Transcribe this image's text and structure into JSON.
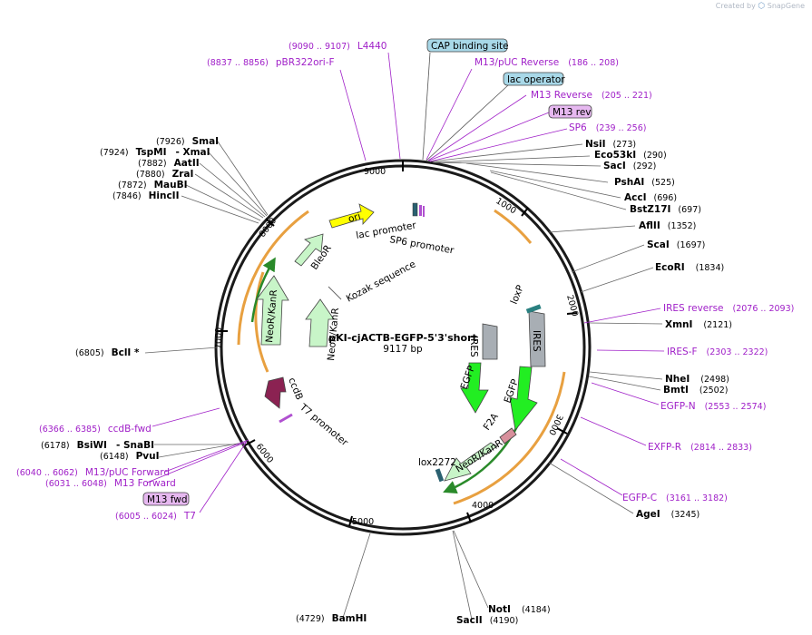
{
  "brand": {
    "created_by": "Created by",
    "app": "SnapGene"
  },
  "plasmid": {
    "name": "pKI-cjACTB-EGFP-5'3'short",
    "length": "9117 bp"
  },
  "ticks": [
    "1000",
    "2000",
    "3000",
    "4000",
    "5000",
    "6000",
    "7000",
    "8000",
    "9000"
  ],
  "enzymes": [
    {
      "name": "NsiI",
      "coord": "(273)"
    },
    {
      "name": "Eco53kI",
      "coord": "(290)"
    },
    {
      "name": "SacI",
      "coord": "(292)"
    },
    {
      "name": "PshAI",
      "coord": "(525)"
    },
    {
      "name": "AccI",
      "coord": "(696)"
    },
    {
      "name": "BstZ17I",
      "coord": "(697)"
    },
    {
      "name": "AflII",
      "coord": "(1352)"
    },
    {
      "name": "ScaI",
      "coord": "(1697)"
    },
    {
      "name": "EcoRI",
      "coord": "(1834)"
    },
    {
      "name": "XmnI",
      "coord": "(2121)"
    },
    {
      "name": "NheI",
      "coord": "(2498)"
    },
    {
      "name": "BmtI",
      "coord": "(2502)"
    },
    {
      "name": "AgeI",
      "coord": "(3245)"
    },
    {
      "name": "NotI",
      "coord": "(4184)"
    },
    {
      "name": "SacII",
      "coord": "(4190)"
    },
    {
      "name": "BamHI",
      "coord": "(4729)"
    },
    {
      "name": "PvuI",
      "coord": "(6148)"
    },
    {
      "name": "BsiWI",
      "coord": "(6178)"
    },
    {
      "name": "SnaBI",
      "coord": ""
    },
    {
      "name": "BclI *",
      "coord": "(6805)"
    },
    {
      "name": "HincII",
      "coord": "(7846)"
    },
    {
      "name": "MauBI",
      "coord": "(7872)"
    },
    {
      "name": "ZraI",
      "coord": "(7880)"
    },
    {
      "name": "AatII",
      "coord": "(7882)"
    },
    {
      "name": "TspMI",
      "coord": "(7924)"
    },
    {
      "name": "XmaI",
      "coord": ""
    },
    {
      "name": "SmaI",
      "coord": "(7926)"
    }
  ],
  "primers": [
    {
      "name": "L4440",
      "coord": "(9090 .. 9107)"
    },
    {
      "name": "pBR322ori-F",
      "coord": "(8837 .. 8856)"
    },
    {
      "name": "M13/pUC Reverse",
      "coord": "(186 .. 208)"
    },
    {
      "name": "M13 Reverse",
      "coord": "(205 .. 221)"
    },
    {
      "name": "M13 rev",
      "coord": ""
    },
    {
      "name": "SP6",
      "coord": "(239 .. 256)"
    },
    {
      "name": "IRES reverse",
      "coord": "(2076 .. 2093)"
    },
    {
      "name": "IRES-F",
      "coord": "(2303 .. 2322)"
    },
    {
      "name": "EGFP-N",
      "coord": "(2553 .. 2574)"
    },
    {
      "name": "EXFP-R",
      "coord": "(2814 .. 2833)"
    },
    {
      "name": "EGFP-C",
      "coord": "(3161 .. 3182)"
    },
    {
      "name": "ccdB-fwd",
      "coord": "(6366 .. 6385)"
    },
    {
      "name": "M13/pUC Forward",
      "coord": "(6040 .. 6062)"
    },
    {
      "name": "M13 Forward",
      "coord": "(6031 .. 6048)"
    },
    {
      "name": "M13 fwd",
      "coord": ""
    },
    {
      "name": "T7",
      "coord": "(6005 .. 6024)"
    }
  ],
  "boxed": [
    {
      "name": "CAP binding site"
    },
    {
      "name": "lac operator"
    }
  ],
  "features": [
    {
      "name": "ori",
      "color": "#ffff00"
    },
    {
      "name": "BleoR",
      "color": "#c8f5c8"
    },
    {
      "name": "NeoR/KanR",
      "color": "#c8f5c8"
    },
    {
      "name": "NeoR/KanR",
      "color": "#c8f5c8"
    },
    {
      "name": "ccdB",
      "color": "#8b2252"
    },
    {
      "name": "EGFP",
      "color": "#22ee22"
    },
    {
      "name": "EGFP",
      "color": "#22ee22"
    },
    {
      "name": "IRES",
      "color": "#a8aeb4"
    },
    {
      "name": "IRES",
      "color": "#a8aeb4"
    },
    {
      "name": "NeoR/KanR",
      "color": "#c8f5c8"
    },
    {
      "name": "F2A",
      "color": "#d8909c"
    }
  ],
  "feature_labels": [
    {
      "name": "lac promoter"
    },
    {
      "name": "SP6 promoter"
    },
    {
      "name": "Kozak sequence"
    },
    {
      "name": "loxP"
    },
    {
      "name": "lox2272"
    },
    {
      "name": "T7 promoter"
    }
  ],
  "colors": {
    "primer": "#a020c8",
    "backbone": "#1a1a1a",
    "orf_arrow": "#e8a040",
    "boxed_label": "#a8d8e8",
    "primer_box": "#e6b8f0"
  }
}
